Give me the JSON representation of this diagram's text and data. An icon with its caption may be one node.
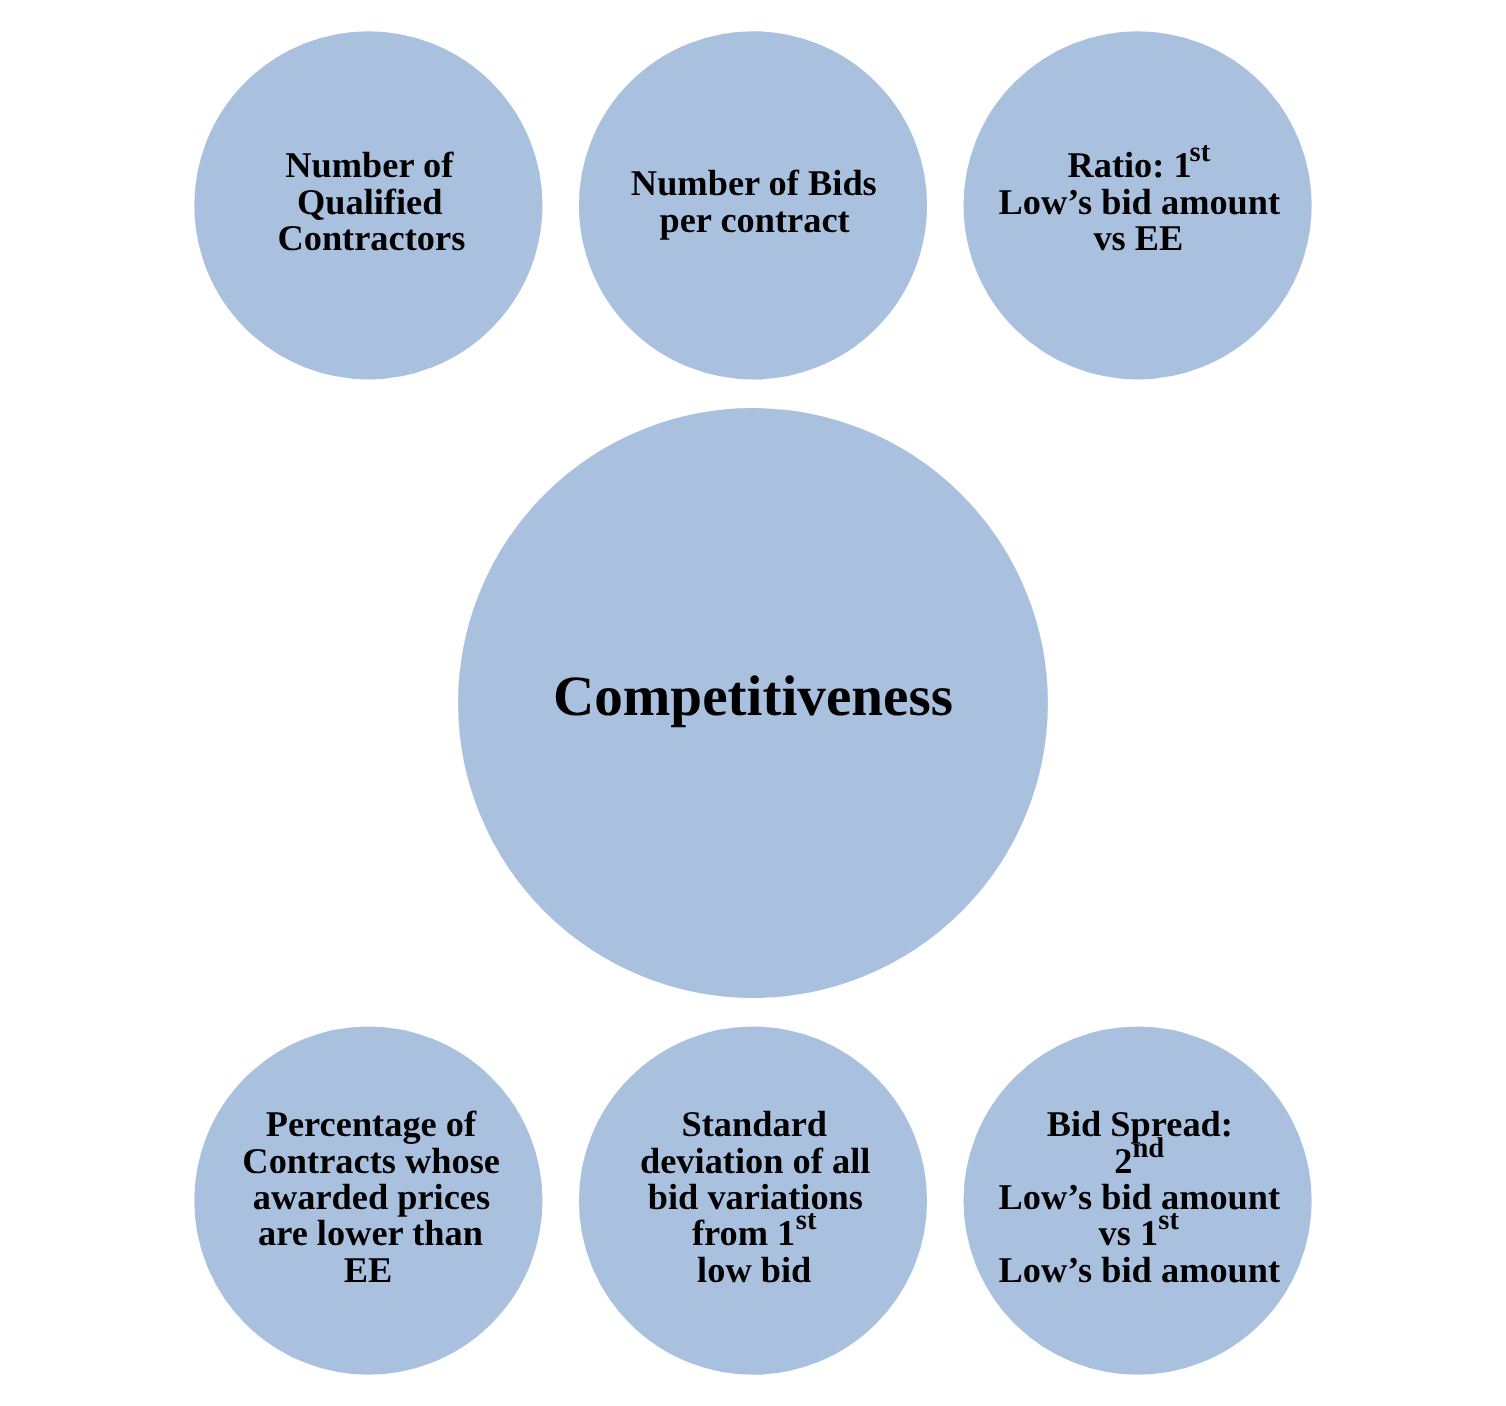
{
  "diagram": {
    "nodes": [
      {
        "text": [
          "Competitiveness"
        ]
      },
      {
        "text": [
          "Number of Bids per contract"
        ]
      },
      {
        "text": [
          "Ratio: 1$^{st}$ Low’s bid amount vs EE"
        ]
      },
      {
        "text": [
          "Bid Spread: 2$^{nd}$ Low’s bid amount vs 1$^{st}$ Low’s bid amount"
        ]
      },
      {
        "text": [
          "Standard deviation of all bid variations from 1$^{st}$ low bid"
        ]
      },
      {
        "text": [
          "Percentage of Contracts whose awarded prices are lower than EE"
        ]
      },
      {
        "text": [
          "Number of Qualified Contractors"
        ]
      }
    ],
    "edges": []
  }
}
